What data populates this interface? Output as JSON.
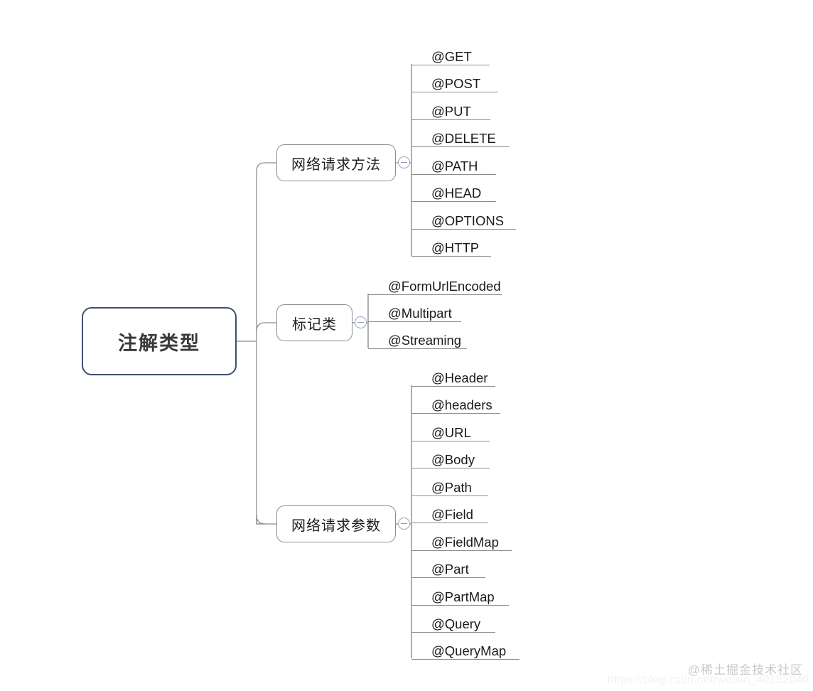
{
  "diagram": {
    "type": "mind-map",
    "root": {
      "label": "注解类型",
      "border_color": "#3f4f72"
    },
    "branches": [
      {
        "label": "网络请求方法",
        "toggle_icon": "collapse-minus-icon",
        "leaves": [
          "@GET",
          "@POST",
          "@PUT",
          "@DELETE",
          "@PATH",
          "@HEAD",
          "@OPTIONS",
          "@HTTP"
        ]
      },
      {
        "label": "标记类",
        "toggle_icon": "collapse-minus-icon",
        "leaves": [
          "@FormUrlEncoded",
          "@Multipart",
          "@Streaming"
        ]
      },
      {
        "label": "网络请求参数",
        "toggle_icon": "collapse-minus-icon",
        "leaves": [
          "@Header",
          "@headers",
          "@URL",
          "@Body",
          "@Path",
          "@Field",
          "@FieldMap",
          "@Part",
          "@PartMap",
          "@Query",
          "@QueryMap"
        ]
      }
    ]
  },
  "watermark": {
    "main": "@稀土掘金技术社区",
    "url": "https://blog.csdn.net/weixin_40152040"
  }
}
